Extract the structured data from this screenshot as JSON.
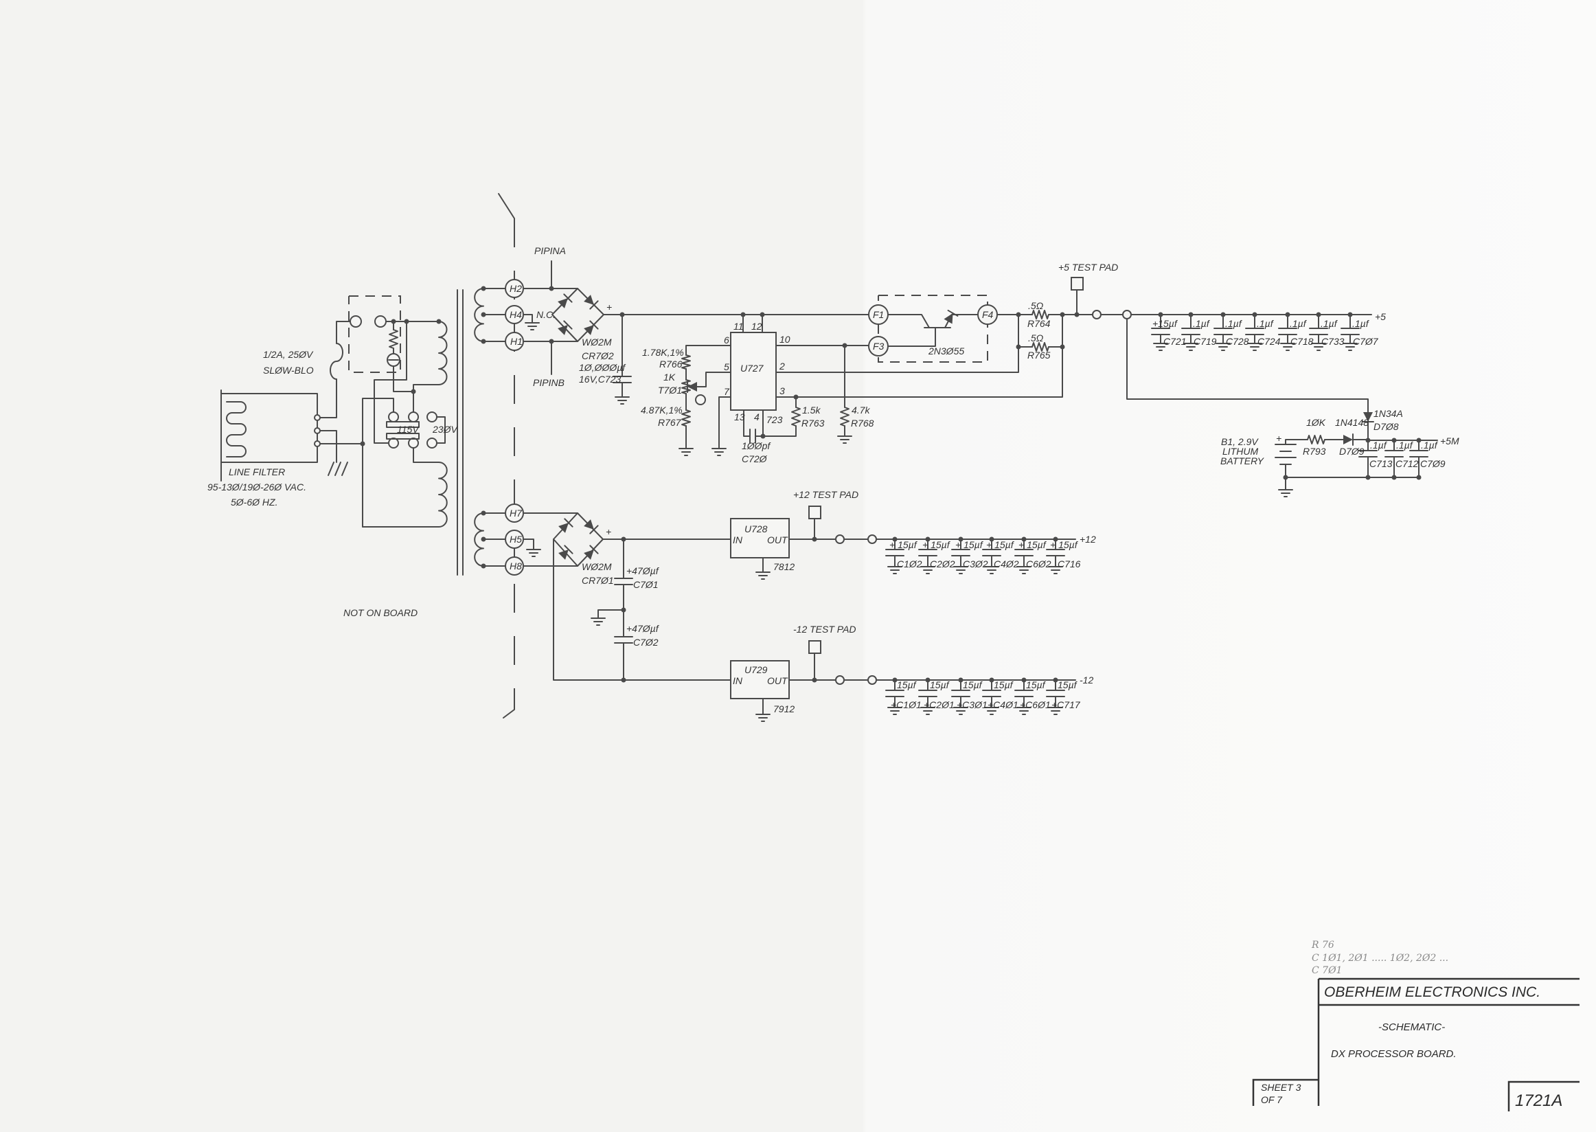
{
  "title_block": {
    "company": "OBERHEIM ELECTRONICS INC.",
    "subtitle": "-SCHEMATIC-",
    "board": "DX PROCESSOR BOARD.",
    "sheet_line1": "SHEET 3",
    "sheet_line2": "OF 7",
    "drawing_number": "1721A"
  },
  "handwritten_notes": [
    "R 76",
    "C 1Ø1, 2Ø1 ..... 1Ø2, 2Ø2 ...",
    "C 7Ø1"
  ],
  "primary": {
    "fuse_rating": "1/2A, 25ØV",
    "fuse_type": "SLØW-BLO",
    "filter_label": "LINE FILTER",
    "voltage_range": "95-13Ø/19Ø-26Ø VAC.",
    "frequency": "5Ø-6Ø HZ.",
    "sel_115": "115V",
    "sel_230": "23ØV",
    "not_on_board": "NOT ON BOARD"
  },
  "secondary": {
    "h2": "H2",
    "h4": "H4",
    "h1": "H1",
    "h7": "H7",
    "h5": "H5",
    "h8": "H8",
    "nc": "N.C.",
    "pipina": "PIPINA",
    "pipinb": "PIPINB",
    "bridge1_type": "WØ2M",
    "bridge1_ref": "CR7Ø2",
    "bridge2_type": "WØ2M",
    "bridge2_ref": "CR7Ø1",
    "c723_value": "1Ø,ØØØµf",
    "c723_ref": "16V,C723",
    "c701": "+47Øµf",
    "c701_ref": "C7Ø1",
    "c702": "+47Øµf",
    "c702_ref": "C7Ø2",
    "plus": "+"
  },
  "regulator_5v": {
    "ic": "U727",
    "ic_type": "723",
    "pin11": "11",
    "pin12": "12",
    "pin6": "6",
    "pin5": "5",
    "pin7": "7",
    "pin10": "10",
    "pin2": "2",
    "pin3": "3",
    "pin13": "13",
    "pin4": "4",
    "r766_value": "1.78K,1%",
    "r766_ref": "R766",
    "t701_value": "1K",
    "t701_ref": "T7Ø1",
    "r767_value": "4.87K,1%",
    "r767_ref": "R767",
    "c720_value": "1ØØpf",
    "c720_ref": "C72Ø",
    "r763_value": "1.5k",
    "r763_ref": "R763",
    "r768_value": "4.7k",
    "r768_ref": "R768",
    "f1": "F1",
    "f3": "F3",
    "f4": "F4",
    "transistor": "2N3Ø55",
    "r764_value": ".5Ω",
    "r764_ref": "R764",
    "r765_value": ".5Ω",
    "r765_ref": "R765",
    "test_pad": "+5 TEST PAD",
    "rail": "+5"
  },
  "caps_5v": [
    {
      "value": "+15µf",
      "ref": "C721"
    },
    {
      "value": ".1µf",
      "ref": "C719"
    },
    {
      "value": ".1µf",
      "ref": "C728"
    },
    {
      "value": ".1µf",
      "ref": "C724"
    },
    {
      "value": ".1µf",
      "ref": "C718"
    },
    {
      "value": ".1µf",
      "ref": "C733"
    },
    {
      "value": ".1µf",
      "ref": "C7Ø7"
    }
  ],
  "memory_supply": {
    "d708_type": "1N34A",
    "d708_ref": "D7Ø8",
    "r793_value": "1ØK",
    "r793_ref": "R793",
    "d709_type": "1N4148",
    "d709_ref": "D7Ø9",
    "battery_line1": "B1, 2.9V",
    "battery_line2": "LITHUM",
    "battery_line3": "BATTERY",
    "battery_plus": "+",
    "rail": "+5M",
    "caps": [
      {
        "value": ".1µf",
        "ref": "C713"
      },
      {
        "value": ".1µf",
        "ref": "C712"
      },
      {
        "value": ".1µf",
        "ref": "C7Ø9"
      }
    ]
  },
  "regulator_p12": {
    "ic": "U728",
    "in": "IN",
    "out": "OUT",
    "type": "7812",
    "test_pad": "+12 TEST PAD",
    "rail": "+12",
    "caps": [
      {
        "value": "+ 15µf",
        "ref": "C1Ø2"
      },
      {
        "value": "+ 15µf",
        "ref": "C2Ø2"
      },
      {
        "value": "+ 15µf",
        "ref": "C3Ø2"
      },
      {
        "value": "+ 15µf",
        "ref": "C4Ø2"
      },
      {
        "value": "+ 15µf",
        "ref": "C6Ø2"
      },
      {
        "value": "+ 15µf",
        "ref": "C716"
      }
    ]
  },
  "regulator_n12": {
    "ic": "U729",
    "in": "IN",
    "out": "OUT",
    "type": "7912",
    "test_pad": "-12 TEST PAD",
    "rail": "-12",
    "caps": [
      {
        "value": "15µf",
        "ref": "+C1Ø1"
      },
      {
        "value": "15µf",
        "ref": "+C2Ø1"
      },
      {
        "value": "15µf",
        "ref": "+C3Ø1"
      },
      {
        "value": "15µf",
        "ref": "+C4Ø1"
      },
      {
        "value": "15µf",
        "ref": "+C6Ø1"
      },
      {
        "value": "15µf",
        "ref": "+C717"
      }
    ]
  }
}
